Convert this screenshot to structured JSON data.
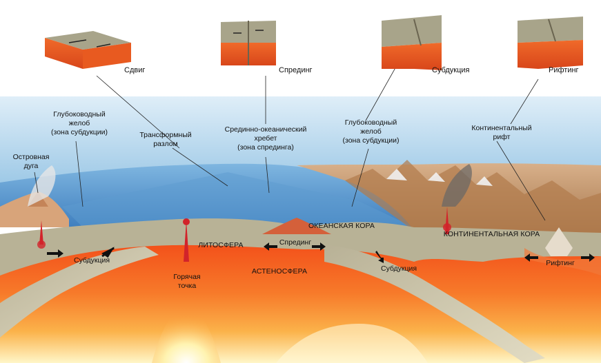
{
  "top_blocks": {
    "shear": "Сдвиг",
    "spreading": "Спрединг",
    "subduction": "Субдукция",
    "rifting": "Рифтинг"
  },
  "labels": {
    "trench_left": "Глубоководный\nжелоб\n(зона субдукции)",
    "island_arc": "Островная\nдуга",
    "transform_fault": "Трансформный\nразлом",
    "mid_ocean_ridge": "Срединно-океанический\nхребет\n(зона спрединга)",
    "trench_right": "Глубоководный\nжелоб\n(зона субдукции)",
    "continental_rift": "Континентальный\nрифт",
    "lithosphere": "ЛИТОСФЕРА",
    "spreading_center": "Спрединг",
    "oceanic_crust": "ОКЕАНСКАЯ КОРА",
    "continental_crust": "КОНТИНЕНТАЛЬНАЯ КОРА",
    "subduction_left": "Субдукция",
    "hot_spot": "Горячая\nточка",
    "asthenosphere": "АСТЕНОСФЕРА",
    "subduction_right": "Субдукция",
    "rifting_bottom": "Рифтинг"
  },
  "colors": {
    "sky": "#ffffff",
    "ocean": "#6fa9d8",
    "ocean_deep": "#3f7fbf",
    "land": "#c89a6a",
    "lithosphere": "#b9b396",
    "asthenosphere": "#f0541e",
    "mantle_hot": "#ffd866",
    "block_top": "#a8a48a",
    "block_side": "#e85a20"
  }
}
